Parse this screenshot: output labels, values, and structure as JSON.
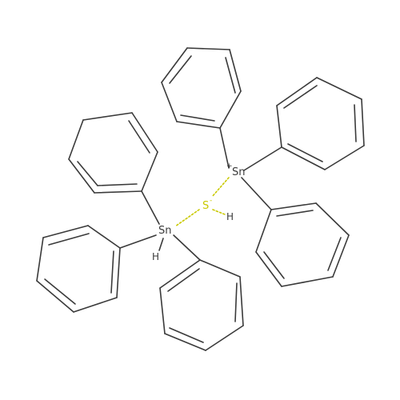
{
  "molecule": {
    "atoms": {
      "sn_top": {
        "symbol": "Sn",
        "charge": "+"
      },
      "sn_bottom": {
        "symbol": "Sn",
        "hydrogen": "H"
      },
      "sulfur": {
        "symbol": "S",
        "charge": "-",
        "hydrogen": "H"
      }
    }
  },
  "colors": {
    "bond": "#3a3a3a",
    "sulfur": "#c9c900",
    "background": "#ffffff"
  }
}
